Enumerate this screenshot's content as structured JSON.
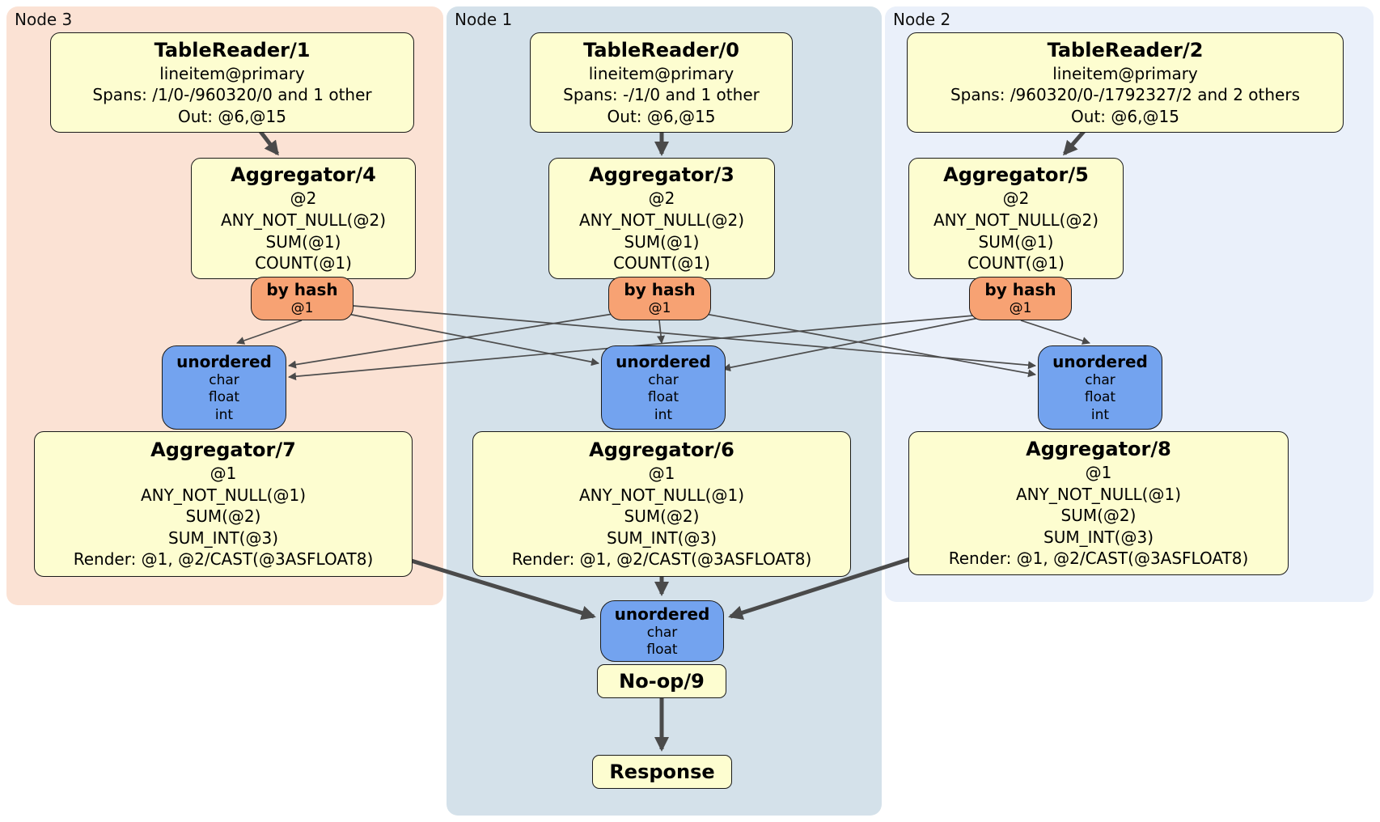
{
  "clusters": [
    {
      "label": "Node 3",
      "bg": "#fbe2d4"
    },
    {
      "label": "Node 1",
      "bg": "#d4e1ea"
    },
    {
      "label": "Node 2",
      "bg": "#eaf0fa"
    }
  ],
  "colors": {
    "processor_fill": "#fdfdd0",
    "router_fill": "#f7a273",
    "sync_fill": "#73a3ef",
    "edge": "#4a4a4a"
  },
  "processors": {
    "tr1": {
      "title": "TableReader/1",
      "lines": [
        "lineitem@primary",
        "Spans: /1/0-/960320/0 and 1 other",
        "Out: @6,@15"
      ]
    },
    "tr0": {
      "title": "TableReader/0",
      "lines": [
        "lineitem@primary",
        "Spans: -/1/0 and 1 other",
        "Out: @6,@15"
      ]
    },
    "tr2": {
      "title": "TableReader/2",
      "lines": [
        "lineitem@primary",
        "Spans: /960320/0-/1792327/2 and 2 others",
        "Out: @6,@15"
      ]
    },
    "agg4": {
      "title": "Aggregator/4",
      "lines": [
        "@2",
        "ANY_NOT_NULL(@2)",
        "SUM(@1)",
        "COUNT(@1)"
      ]
    },
    "agg3": {
      "title": "Aggregator/3",
      "lines": [
        "@2",
        "ANY_NOT_NULL(@2)",
        "SUM(@1)",
        "COUNT(@1)"
      ]
    },
    "agg5": {
      "title": "Aggregator/5",
      "lines": [
        "@2",
        "ANY_NOT_NULL(@2)",
        "SUM(@1)",
        "COUNT(@1)"
      ]
    },
    "hash4": {
      "title": "by hash",
      "detail": "@1"
    },
    "hash3": {
      "title": "by hash",
      "detail": "@1"
    },
    "hash5": {
      "title": "by hash",
      "detail": "@1"
    },
    "sync7": {
      "title": "unordered",
      "lines": [
        "char",
        "float",
        "int"
      ]
    },
    "sync6": {
      "title": "unordered",
      "lines": [
        "char",
        "float",
        "int"
      ]
    },
    "sync8": {
      "title": "unordered",
      "lines": [
        "char",
        "float",
        "int"
      ]
    },
    "agg7": {
      "title": "Aggregator/7",
      "lines": [
        "@1",
        "ANY_NOT_NULL(@1)",
        "SUM(@2)",
        "SUM_INT(@3)",
        "Render: @1, @2/CAST(@3ASFLOAT8)"
      ]
    },
    "agg6": {
      "title": "Aggregator/6",
      "lines": [
        "@1",
        "ANY_NOT_NULL(@1)",
        "SUM(@2)",
        "SUM_INT(@3)",
        "Render: @1, @2/CAST(@3ASFLOAT8)"
      ]
    },
    "agg8": {
      "title": "Aggregator/8",
      "lines": [
        "@1",
        "ANY_NOT_NULL(@1)",
        "SUM(@2)",
        "SUM_INT(@3)",
        "Render: @1, @2/CAST(@3ASFLOAT8)"
      ]
    },
    "sync9": {
      "title": "unordered",
      "lines": [
        "char",
        "float"
      ]
    },
    "noop": {
      "title": "No-op/9"
    },
    "response": {
      "title": "Response"
    }
  }
}
